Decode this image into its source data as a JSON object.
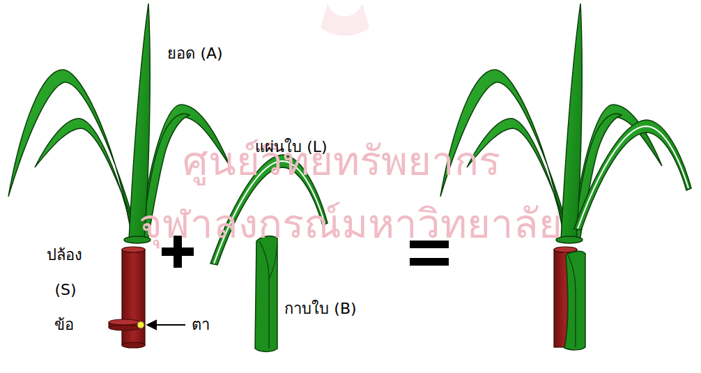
{
  "diagram": {
    "labels": [
      "ยอด (A)",
      "แผ่นใบ (L)",
      "ปล้อง",
      "(S)",
      "ข้อ",
      "ตา",
      "กาบใบ (B)",
      "ศูนย์วิทยทรัพยากร",
      "จุฬาลงกรณ์มหาวิทยาลัย"
    ]
  }
}
